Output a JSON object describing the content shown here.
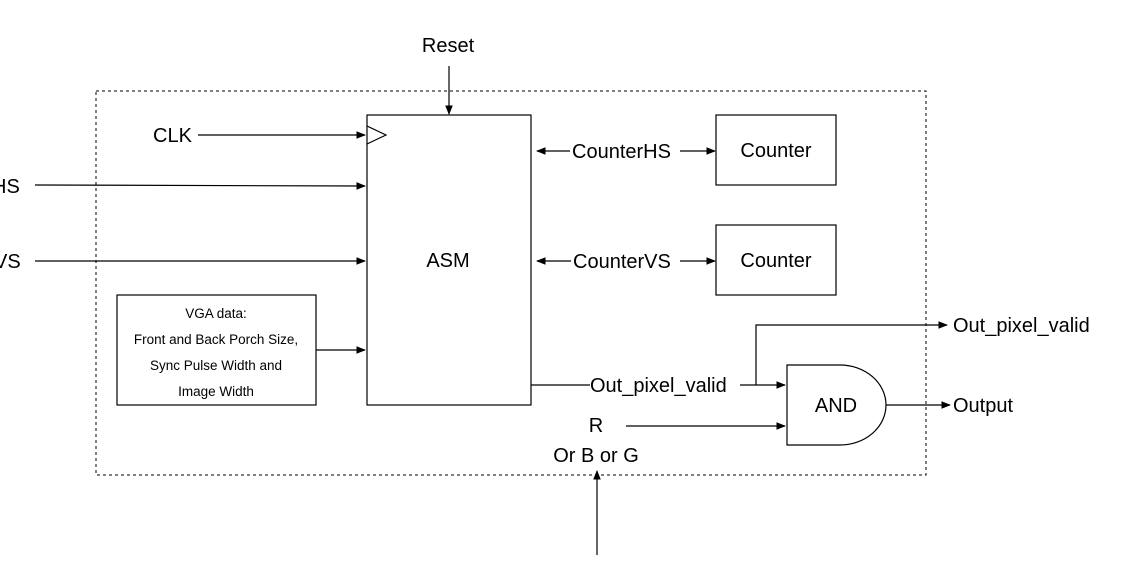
{
  "labels": {
    "reset": "Reset",
    "clk": "CLK",
    "hs": "HS",
    "vs": "VS",
    "asm": "ASM",
    "counter_hs": "CounterHS",
    "counter_vs": "CounterVS",
    "counter1": "Counter",
    "counter2": "Counter",
    "out_pixel_valid_inner": "Out_pixel_valid",
    "out_pixel_valid_outer": "Out_pixel_valid",
    "and_gate": "AND",
    "output": "Output",
    "r": "R",
    "or_b_or_g": "Or B or G"
  },
  "vga_box": {
    "line1": "VGA data:",
    "line2": "Front and Back Porch Size,",
    "line3": "Sync Pulse Width and",
    "line4": "Image Width"
  }
}
